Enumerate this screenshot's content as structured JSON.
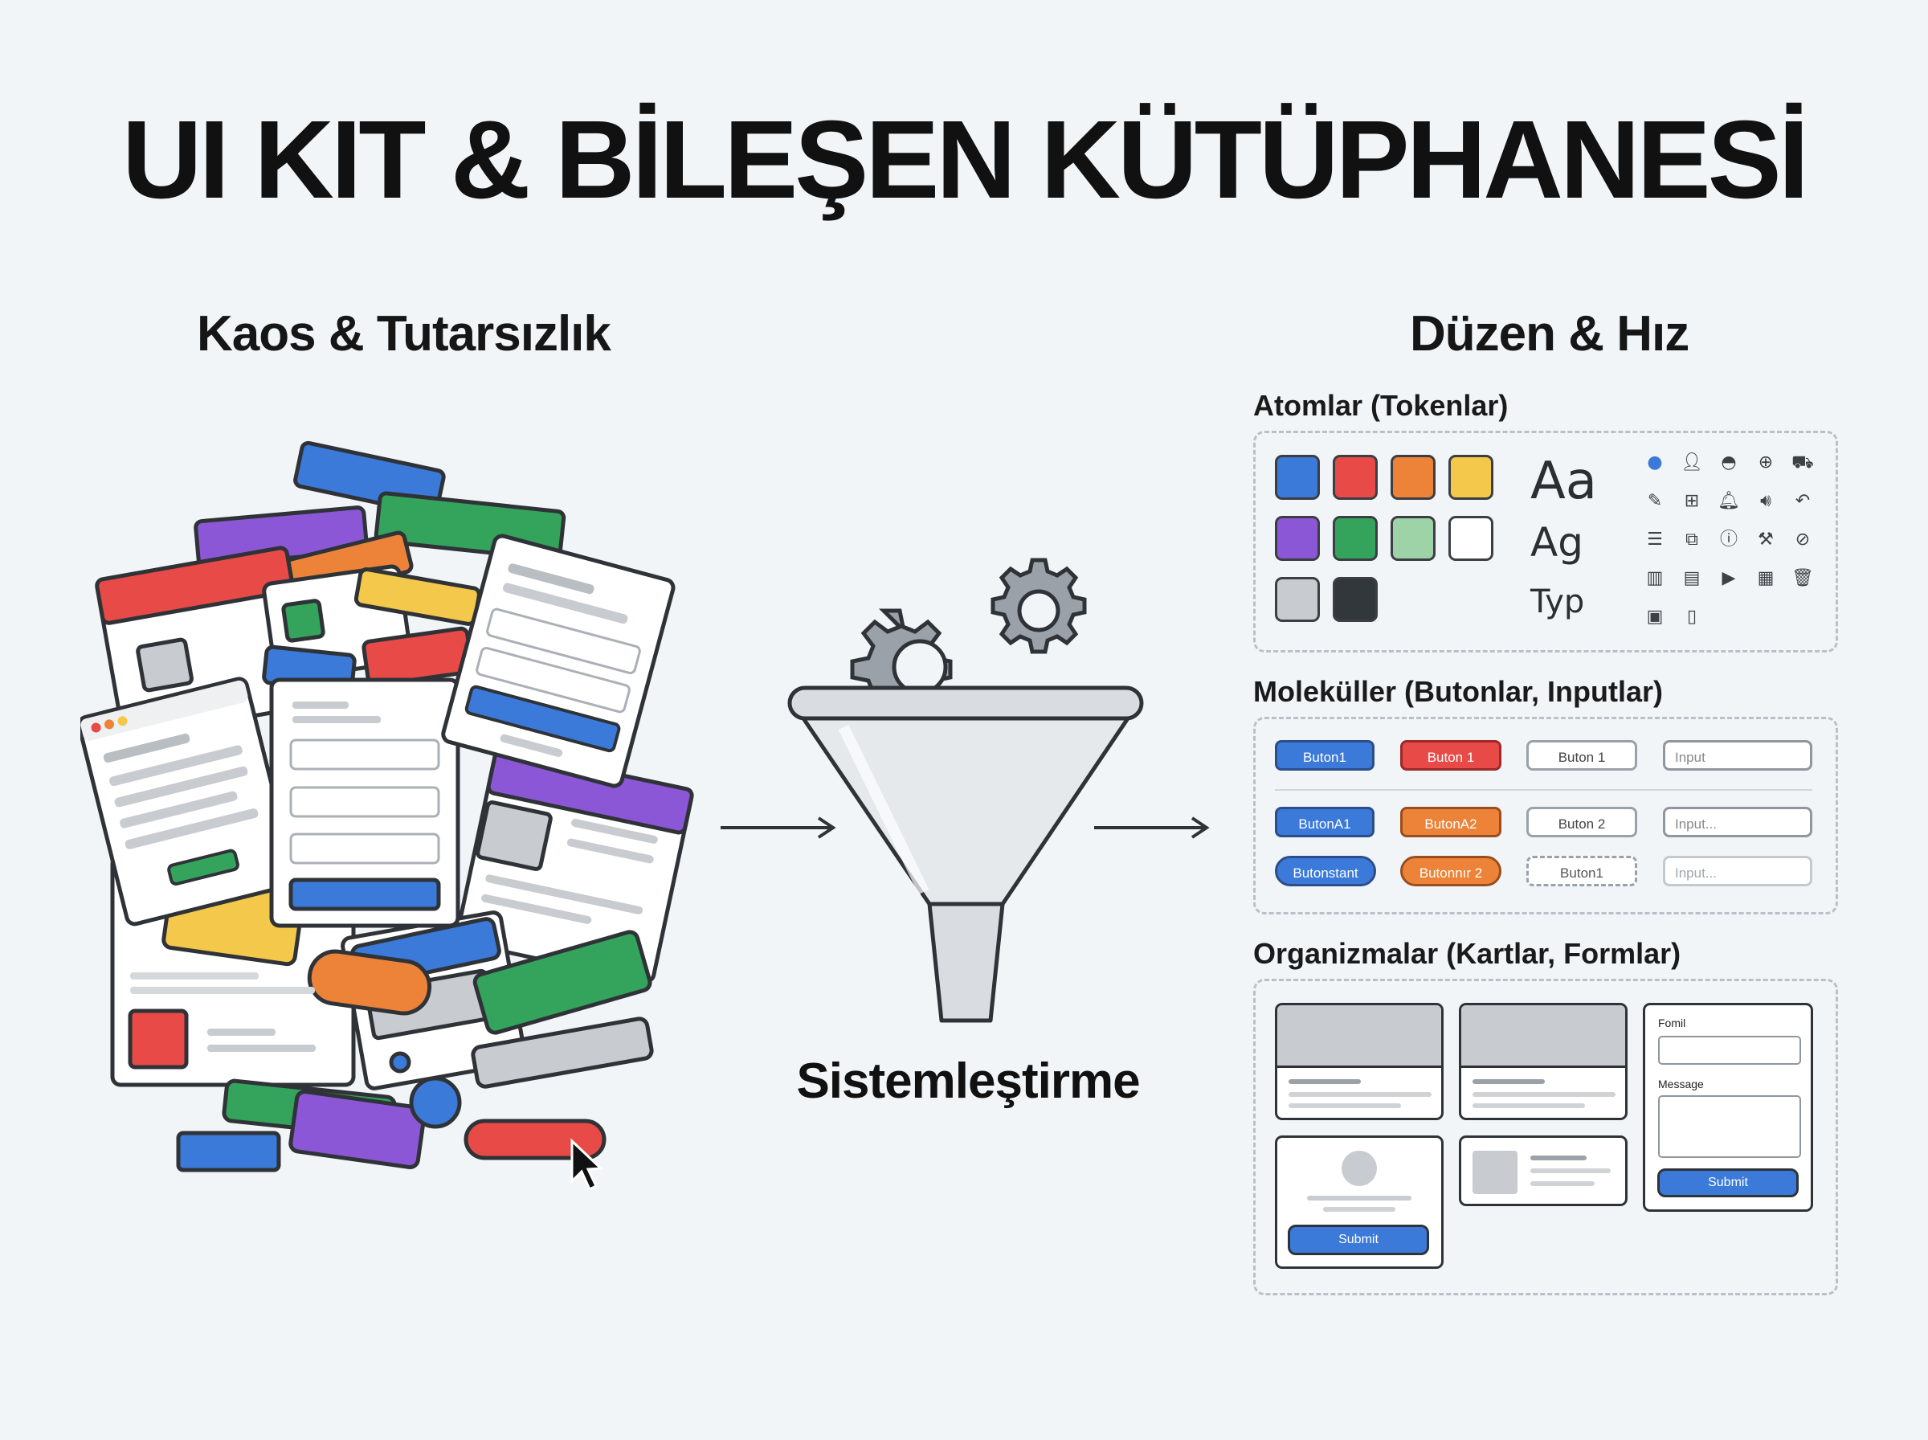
{
  "title": "UI KIT & BİLEŞEN KÜTÜPHANESİ",
  "left": {
    "heading": "Kaos & Tutarsızlık"
  },
  "center": {
    "label": "Sistemleştirme"
  },
  "right": {
    "heading": "Düzen & Hız",
    "atoms": {
      "heading": "Atomlar (Tokenlar)",
      "swatches": [
        "#3b7ad9",
        "#e84a47",
        "#ec8338",
        "#f4c84a",
        "#8b57d6",
        "#34a45c",
        "#9ed3a8",
        "#ffffff",
        "#c8cbcf",
        "#32373c"
      ],
      "typography": [
        "Aa",
        "Ag",
        "Typ"
      ],
      "icons": [
        "globe-icon",
        "user-icon",
        "helmet-icon",
        "world-icon",
        "cart-icon",
        "pencil-icon",
        "grid-icon",
        "bell-icon",
        "volume-icon",
        "reply-icon",
        "list-icon",
        "edit-icon",
        "info-icon",
        "tool-icon",
        "compass-icon",
        "chart-icon",
        "document-icon",
        "video-icon",
        "clipboard-icon",
        "trash-icon",
        "folder-icon",
        "file-icon"
      ]
    },
    "molecules": {
      "heading": "Moleküller (Butonlar, Inputlar)",
      "row1": [
        "Buton1",
        "Buton 1",
        "Buton 1"
      ],
      "row1_input": "Input",
      "row2": [
        "ButonA1",
        "ButonA2",
        "Buton 2"
      ],
      "row2_input": "Input...",
      "row3": [
        "Butonstant",
        "Butonnır 2",
        "Buton1"
      ],
      "row3_input": "Input..."
    },
    "organisms": {
      "heading": "Organizmalar (Kartlar, Formlar)",
      "form_title": "Fomil",
      "form_message": "Message",
      "form_submit": "Submit",
      "profile_submit": "Submit"
    }
  }
}
